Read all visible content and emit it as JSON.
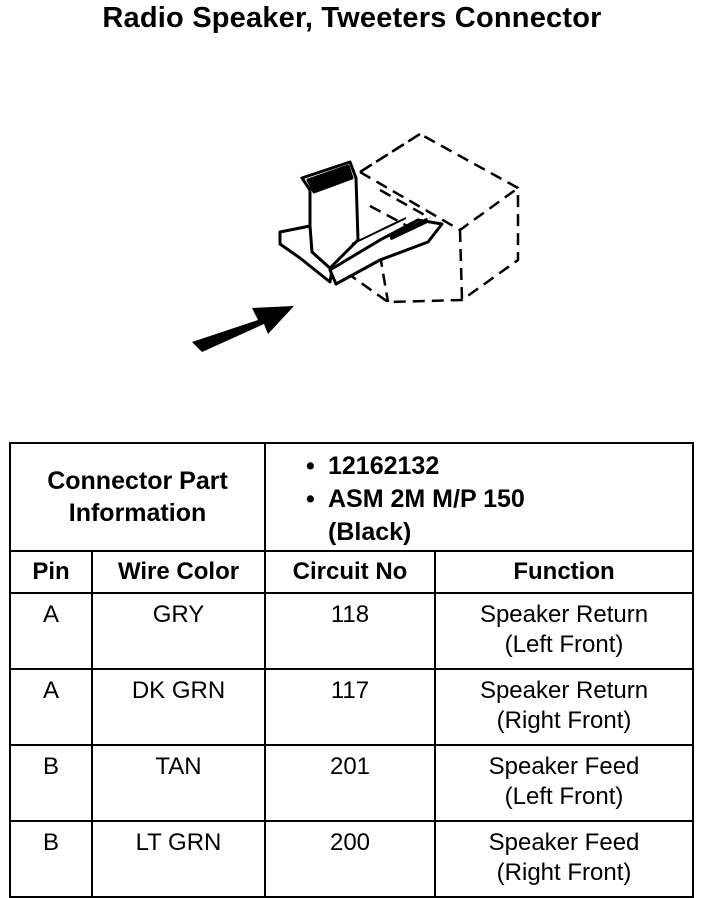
{
  "title": "Radio Speaker, Tweeters Connector",
  "connector_info": {
    "label_line1": "Connector Part",
    "label_line2": "Information",
    "part_number": "12162132",
    "description_line1": "ASM 2M M/P 150",
    "description_line2": "(Black)"
  },
  "columns": [
    "Pin",
    "Wire Color",
    "Circuit No",
    "Function"
  ],
  "rows": [
    {
      "pin": "A",
      "wire_color": "GRY",
      "circuit": "118",
      "function_line1": "Speaker Return",
      "function_line2": "(Left Front)"
    },
    {
      "pin": "A",
      "wire_color": "DK GRN",
      "circuit": "117",
      "function_line1": "Speaker Return",
      "function_line2": "(Right Front)"
    },
    {
      "pin": "B",
      "wire_color": "TAN",
      "circuit": "201",
      "function_line1": "Speaker Feed",
      "function_line2": "(Left Front)"
    },
    {
      "pin": "B",
      "wire_color": "LT GRN",
      "circuit": "200",
      "function_line1": "Speaker Feed",
      "function_line2": "(Right Front)"
    }
  ]
}
